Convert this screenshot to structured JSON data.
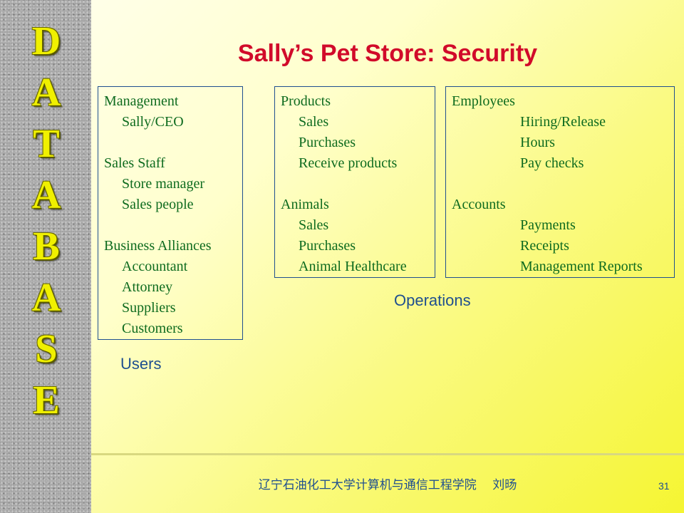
{
  "sidebar": {
    "letters": [
      "D",
      "A",
      "T",
      "A",
      "B",
      "A",
      "S",
      "E"
    ]
  },
  "title": "Sally’s Pet Store: Security",
  "users_box": {
    "groups": [
      {
        "heading": "Management",
        "items": [
          "Sally/CEO"
        ]
      },
      {
        "heading": "Sales Staff",
        "items": [
          "Store manager",
          "Sales people"
        ]
      },
      {
        "heading": "Business Alliances",
        "items": [
          "Accountant",
          "Attorney",
          "Suppliers",
          "Customers"
        ]
      }
    ]
  },
  "products_box": {
    "groups": [
      {
        "heading": "Products",
        "items": [
          "Sales",
          "Purchases",
          "Receive products"
        ]
      },
      {
        "heading": "Animals",
        "items": [
          "Sales",
          "Purchases",
          "Animal Healthcare"
        ]
      }
    ]
  },
  "employees_box": {
    "groups": [
      {
        "heading": "Employees",
        "items": [
          "Hiring/Release",
          "Hours",
          "Pay checks"
        ]
      },
      {
        "heading": "Accounts",
        "items": [
          "Payments",
          "Receipts",
          "Management Reports"
        ]
      }
    ]
  },
  "captions": {
    "operations": "Operations",
    "users": "Users"
  },
  "footer": {
    "text": "辽宁石油化工大学计算机与通信工程学院　 刘旸",
    "page_number": "31"
  },
  "colors": {
    "title": "#d10a2a",
    "box_text": "#0e6b1f",
    "caption": "#1f4f8f",
    "sidebar_letters": "#f0f000"
  }
}
